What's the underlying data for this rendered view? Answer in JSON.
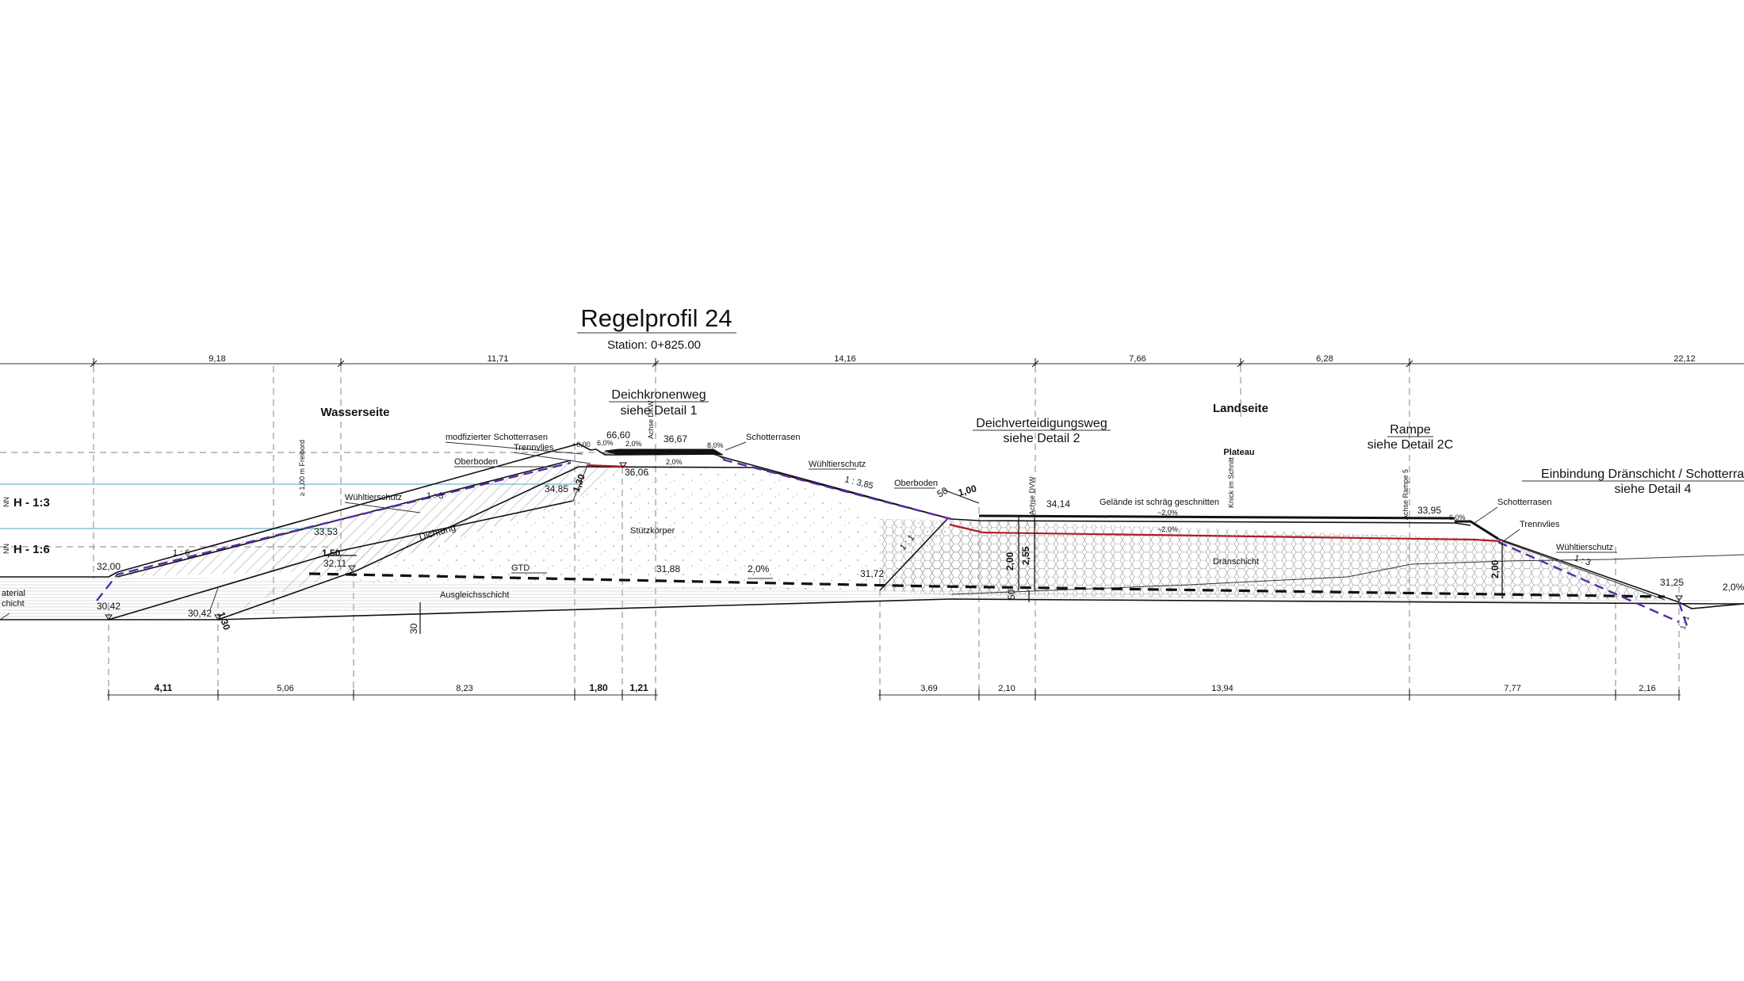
{
  "title": "Regelprofil 24",
  "station": "Station: 0+825.00",
  "zones": {
    "wasserseite": "Wasserseite",
    "landseite": "Landseite",
    "plateau": "Plateau"
  },
  "callouts": {
    "deichkronenweg": "Deichkronenweg",
    "detail1": "siehe Detail 1",
    "deichverteidigungsweg": "Deichverteidigungsweg",
    "detail2": "siehe Detail 2",
    "rampe": "Rampe",
    "detail2c": "siehe Detail 2C",
    "einbindung": "Einbindung Dränschicht / Schotterrasen",
    "detail4": "siehe Detail 4"
  },
  "labels": {
    "modschotter": "modfizierter Schotterrasen",
    "trennvlies1": "Trennvlies",
    "oberboden1": "Oberboden",
    "wuehl1": "Wühltierschutz",
    "dichtung": "Dichtung",
    "stuetzkoerper": "Stützkörper",
    "gtd": "GTD",
    "ausgleich": "Ausgleichsschicht",
    "schotter1": "Schotterrasen",
    "wuehl2": "Wühltierschutz",
    "oberboden2": "Oberboden",
    "gelaende": "Gelände ist schräg  geschnitten",
    "knick": "Knick im Schnitt",
    "draen": "Dränschicht",
    "schotter2": "Schotterrasen",
    "trennvlies2": "Trennvlies",
    "wuehl3": "Wühltierschutz",
    "material": "aterial",
    "schicht": "chicht",
    "freibord": "≥ 1,00 m Freibord",
    "achse_dkw": "Achse DKW",
    "achse_dvw": "Achse DVW",
    "achse_rampe": "Achse Rampe 5",
    "h13": "H - 1:3",
    "h16": "H - 1:6",
    "n13": "NN",
    "n16": "NN"
  },
  "slopes": {
    "s16": "1 : 6",
    "s13": "1 : 3",
    "s1385": "1 : 3,85",
    "s11": "1 : 1",
    "s13b": "1 : 3",
    "s11b": "1 : 1"
  },
  "percents": {
    "p1": "6,0%",
    "p2": "2,0%",
    "p3": "8,0%",
    "p4": "2,0%",
    "p5": "2,0%",
    "p6": "~2,0%",
    "p7": "~2,0%",
    "p8": "6,0%",
    "p9": "2,0%",
    "plus": "+0,00"
  },
  "elevations": {
    "e6660": "66,60",
    "e3667": "36,67",
    "e3606": "36,06",
    "e3485": "34,85",
    "e3353": "33,53",
    "e3200": "32,00",
    "e3211": "32,11",
    "e3042a": "30,42",
    "e3042b": "30,42",
    "e3188": "31,88",
    "e3172": "31,72",
    "e3414": "34,14",
    "e3395": "33,95",
    "e3125": "31,25"
  },
  "thickness": {
    "t130a": "1,30",
    "t150": "1,50",
    "t130b": "1,30",
    "t50a": "50",
    "t100": "1,00",
    "t200a": "2,00",
    "t255": "2,55",
    "t50b": "50",
    "t30": "30",
    "t200b": "2,00"
  },
  "dims_top": [
    "9,18",
    "11,71",
    "14,16",
    "7,66",
    "6,28",
    "22,12"
  ],
  "dims_bottom": [
    "4,11",
    "5,06",
    "8,23",
    "1,80",
    "1,21",
    "3,69",
    "2,10",
    "13,94",
    "7,77",
    "2,16"
  ]
}
